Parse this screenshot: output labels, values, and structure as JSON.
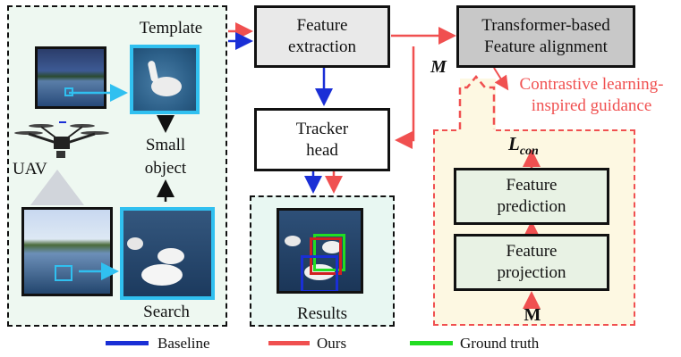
{
  "panels": {
    "input": {
      "template_label": "Template",
      "small_object_label": [
        "Small",
        "object"
      ],
      "uav_label": "UAV",
      "search_label": "Search"
    },
    "results": {
      "label": "Results"
    },
    "guidance": {
      "label": [
        "Contrastive learning-",
        "inspired guidance"
      ],
      "lcon": "L",
      "lcon_sub": "con",
      "m_bottom": "M"
    }
  },
  "blocks": {
    "feature_extraction": [
      "Feature",
      "extraction"
    ],
    "transformer": [
      "Transformer-based",
      "Feature alignment"
    ],
    "tracker_head": [
      "Tracker",
      "head"
    ],
    "feature_prediction": [
      "Feature",
      "prediction"
    ],
    "feature_projection": [
      "Feature",
      "projection"
    ]
  },
  "m_label": "M",
  "legend": [
    {
      "label": "Baseline",
      "color": "#1a2fd6"
    },
    {
      "label": "Ours",
      "color": "#f05050"
    },
    {
      "label": "Ground truth",
      "color": "#22dd22"
    }
  ],
  "colors": {
    "baseline": "#1a2fd6",
    "ours": "#f05050",
    "ground_truth": "#22dd22",
    "panel_bg": "#eef8f1",
    "guidance_bg": "#fdf8e2",
    "cyan": "#30c0f0"
  }
}
